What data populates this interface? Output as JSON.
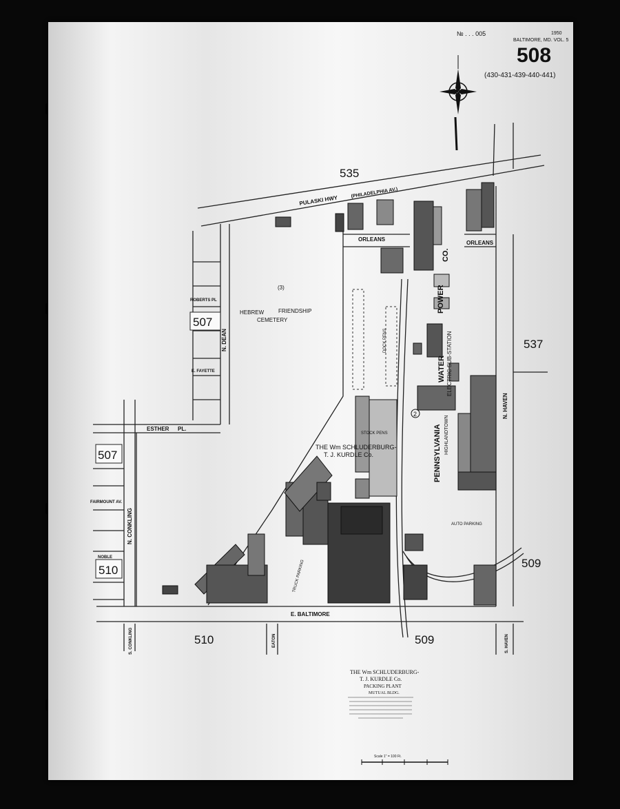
{
  "header": {
    "corner_code": "№ . . . 005",
    "year": "1950",
    "volume": "BALTIMORE, MD. VOL. 5",
    "sheet_number": "508",
    "adjoining": "(430-431-439-440-441)"
  },
  "compass": {
    "north_label": "N"
  },
  "adjacent_sheets": [
    "535",
    "507",
    "507",
    "510",
    "537",
    "509",
    "510",
    "509"
  ],
  "streets": {
    "pulaski": "PULASKI HWY",
    "philadelphia": "(PHILADELPHIA AV.)",
    "orleans_1": "ORLEANS",
    "orleans_2": "ORLEANS",
    "roberts": "ROBERTS PL",
    "n_dean": "N. DEAN",
    "e_fayette": "E. FAYETTE",
    "esther": "ESTHER",
    "pl": "PL.",
    "n_conkling": "N. CONKLING",
    "s_conkling": "S. CONKLING",
    "fairmount": "FAIRMOUNT AV.",
    "noble": "NOBLE",
    "e_baltimore": "E. BALTIMORE",
    "eaton": "EATON",
    "n_haven": "N. HAVEN",
    "s_haven": "S. HAVEN"
  },
  "labels": {
    "cemetery_1": "HEBREW",
    "cemetery_2": "FRIENDSHIP",
    "cemetery_3": "CEMETERY",
    "block_num": "(3)",
    "block_num_2": "2",
    "company_1": "THE Wm SCHLUDERBURG-",
    "company_2": "T. J. KURDLE Co.",
    "stock_pens": "STOCK PENS",
    "dock_pens": "DOCK PENS",
    "power_1": "PENNSYLVANIA",
    "power_2": "WATER",
    "power_3": "POWER",
    "power_4": "CO.",
    "substation": "ELECTRIC SUB-STATION",
    "highland": "HIGHLANDTOWN",
    "auto_parking": "AUTO PARKING",
    "truck_parking": "TRUCK PARKING",
    "footer_1": "THE Wm SCHLUDERBURG-",
    "footer_2": "T. J. KURDLE Co.",
    "footer_3": "PACKING PLANT",
    "footer_4": "MUTUAL BLDG.",
    "scale": "Scale 1\" = 100 Ft."
  }
}
